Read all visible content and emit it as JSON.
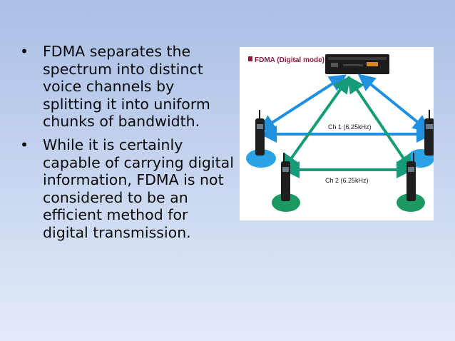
{
  "slide": {
    "bullets": [
      "FDMA separates the spectrum into distinct voice channels by splitting it into uniform chunks of bandwidth.",
      "While it is certainly capable of carrying digital information, FDMA is not considered to be an efficient method for digital transmission."
    ],
    "bullet_glyph": "•"
  },
  "diagram": {
    "title": "FDMA (Digital mode)",
    "ch1_label": "Ch 1 (6.25kHz)",
    "ch2_label": "Ch 2 (6.25kHz)",
    "colors": {
      "title_marker": "#8b1e3f",
      "ch1_arrow": "#1f8fe0",
      "ch2_arrow": "#159b78",
      "base_blue": "#2aa3e6",
      "base_green": "#1a9a62",
      "repeater": "#1c1c1c"
    }
  }
}
